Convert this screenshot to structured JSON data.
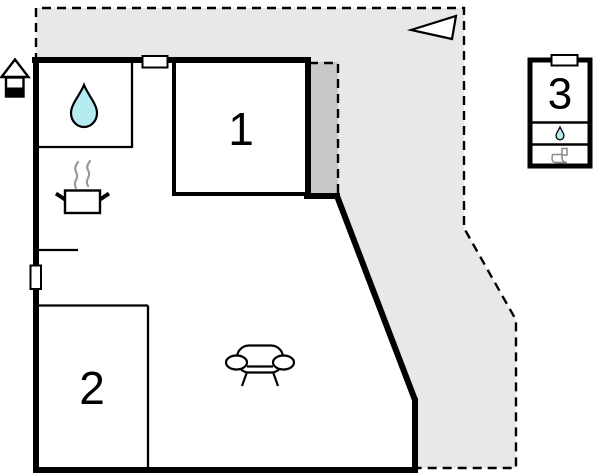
{
  "plan": {
    "rooms": [
      {
        "id": "room-1",
        "label": "1"
      },
      {
        "id": "room-2",
        "label": "2"
      },
      {
        "id": "room-3-annex",
        "label": "3"
      }
    ],
    "icons": [
      {
        "name": "entrance-icon"
      },
      {
        "name": "water-drop-icon"
      },
      {
        "name": "cooking-pot-icon"
      },
      {
        "name": "steam-icon"
      },
      {
        "name": "sofa-icon"
      },
      {
        "name": "direction-arrow-icon"
      },
      {
        "name": "toilet-icon"
      },
      {
        "name": "window-marker"
      }
    ]
  },
  "colors": {
    "background": "#ffffff",
    "wall": "#000000",
    "terrace": "#e8e8e8",
    "covered_terrace": "#c8c8c8",
    "water_drop": "#b5ecf2",
    "steam": "#9a9a9a",
    "wc_icon": "#8c8c8c"
  }
}
